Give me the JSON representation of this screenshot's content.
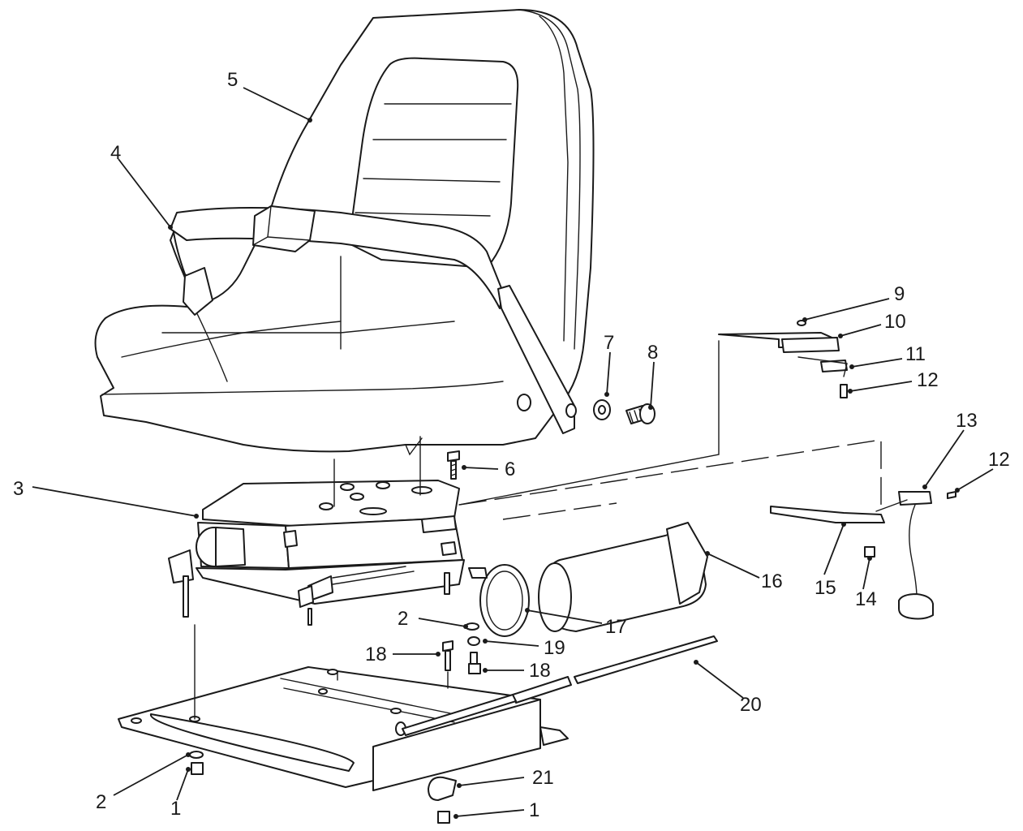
{
  "callouts": [
    {
      "id": "1a",
      "label": "1"
    },
    {
      "id": "1b",
      "label": "1"
    },
    {
      "id": "2a",
      "label": "2"
    },
    {
      "id": "2b",
      "label": "2"
    },
    {
      "id": "3",
      "label": "3"
    },
    {
      "id": "4",
      "label": "4"
    },
    {
      "id": "5",
      "label": "5"
    },
    {
      "id": "6",
      "label": "6"
    },
    {
      "id": "7",
      "label": "7"
    },
    {
      "id": "8",
      "label": "8"
    },
    {
      "id": "9",
      "label": "9"
    },
    {
      "id": "10",
      "label": "10"
    },
    {
      "id": "11",
      "label": "11"
    },
    {
      "id": "12a",
      "label": "12"
    },
    {
      "id": "12b",
      "label": "12"
    },
    {
      "id": "13",
      "label": "13"
    },
    {
      "id": "14",
      "label": "14"
    },
    {
      "id": "15",
      "label": "15"
    },
    {
      "id": "16",
      "label": "16"
    },
    {
      "id": "17",
      "label": "17"
    },
    {
      "id": "18a",
      "label": "18"
    },
    {
      "id": "18b",
      "label": "18"
    },
    {
      "id": "19",
      "label": "19"
    },
    {
      "id": "20",
      "label": "20"
    },
    {
      "id": "21",
      "label": "21"
    }
  ]
}
